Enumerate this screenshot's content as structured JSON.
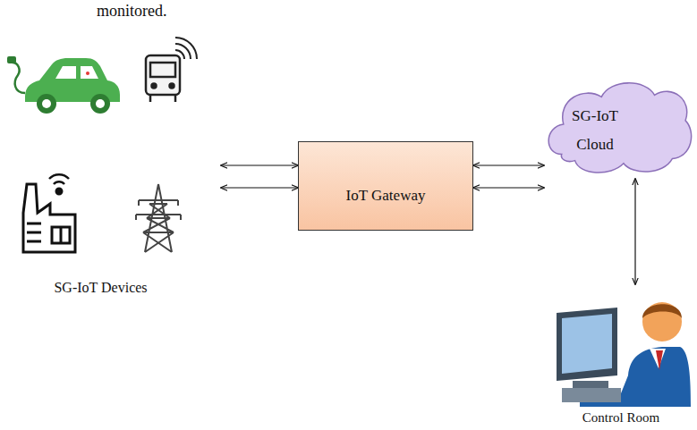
{
  "diagram": {
    "nodes": [
      {
        "text": [
          "SG-IoT Devices"
        ]
      },
      {
        "text": [
          "IoT Gateway"
        ]
      },
      {
        "text": [
          "SG-IoT Cloud"
        ]
      },
      {
        "text": [
          "Control Room"
        ]
      }
    ],
    "edges": [
      {
        "from": 0,
        "to": 1,
        "arrow": "both"
      },
      {
        "from": 0,
        "to": 1,
        "arrow": "both"
      },
      {
        "from": 1,
        "to": 2,
        "arrow": "both"
      },
      {
        "from": 1,
        "to": 2,
        "arrow": "both"
      },
      {
        "from": 2,
        "to": 3,
        "arrow": "both"
      }
    ],
    "labels": [
      "monitored."
    ]
  }
}
